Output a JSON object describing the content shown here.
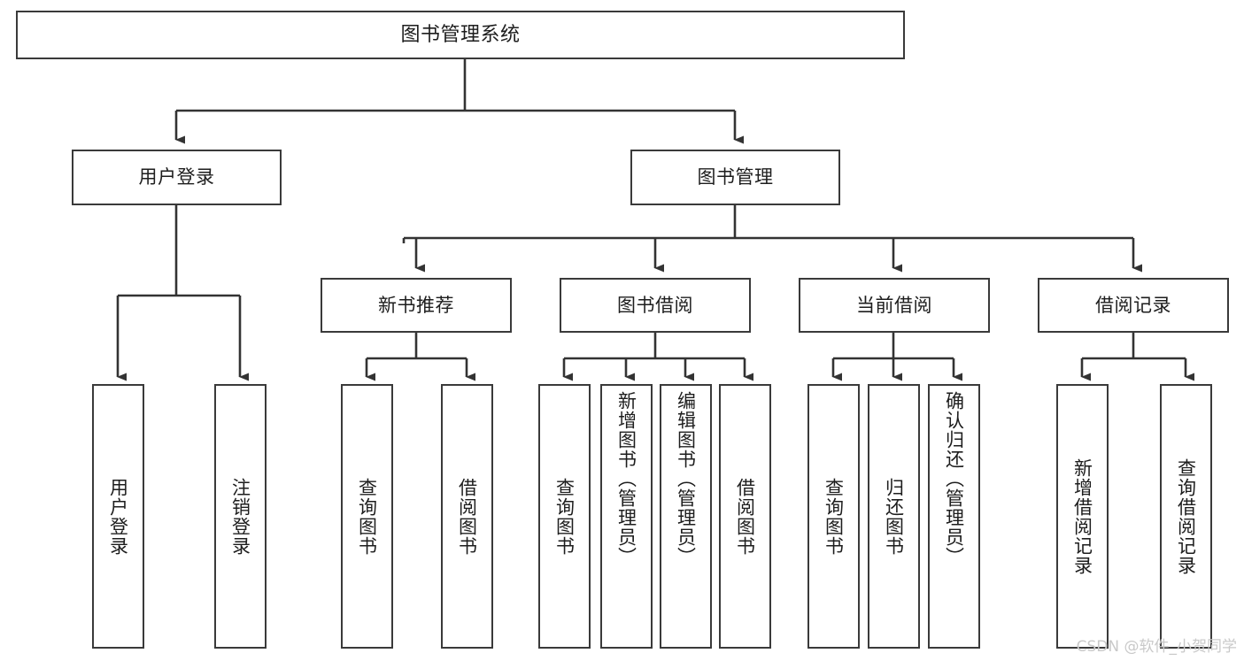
{
  "diagram": {
    "title": "图书管理系统",
    "type": "tree-hierarchy",
    "orientation": "top-down",
    "nodes": {
      "root": {
        "label": "图书管理系统"
      },
      "level2": [
        {
          "id": "user-login",
          "label": "用户登录"
        },
        {
          "id": "book-management",
          "label": "图书管理"
        }
      ],
      "level3": [
        {
          "id": "new-book-recommend",
          "label": "新书推荐"
        },
        {
          "id": "book-borrow",
          "label": "图书借阅"
        },
        {
          "id": "current-borrow",
          "label": "当前借阅"
        },
        {
          "id": "borrow-record",
          "label": "借阅记录"
        }
      ],
      "leaves": {
        "user-login": [
          {
            "id": "leaf-user-login",
            "label": "用户登录"
          },
          {
            "id": "leaf-logout-login",
            "label": "注销登录"
          }
        ],
        "new-book-recommend": [
          {
            "id": "leaf-query-book-1",
            "label": "查询图书"
          },
          {
            "id": "leaf-borrow-book-1",
            "label": "借阅图书"
          }
        ],
        "book-borrow": [
          {
            "id": "leaf-query-book-2",
            "label": "查询图书"
          },
          {
            "id": "leaf-add-book",
            "label": "新增图书（管理员）"
          },
          {
            "id": "leaf-edit-book",
            "label": "编辑图书（管理员）"
          },
          {
            "id": "leaf-borrow-book-2",
            "label": "借阅图书"
          }
        ],
        "current-borrow": [
          {
            "id": "leaf-query-book-3",
            "label": "查询图书"
          },
          {
            "id": "leaf-return-book",
            "label": "归还图书"
          },
          {
            "id": "leaf-confirm-return",
            "label": "确认归还（管理员）"
          }
        ],
        "borrow-record": [
          {
            "id": "leaf-add-record",
            "label": "新增借阅记录"
          },
          {
            "id": "leaf-query-record",
            "label": "查询借阅记录"
          }
        ]
      }
    },
    "colors": {
      "border": "#3a3a3a",
      "text": "#1d1d1d",
      "background": "#ffffff",
      "edge": "#3a3a3a",
      "watermark": "#c9c9c9"
    }
  },
  "watermark": {
    "text": "CSDN @软件_小贺同学"
  }
}
